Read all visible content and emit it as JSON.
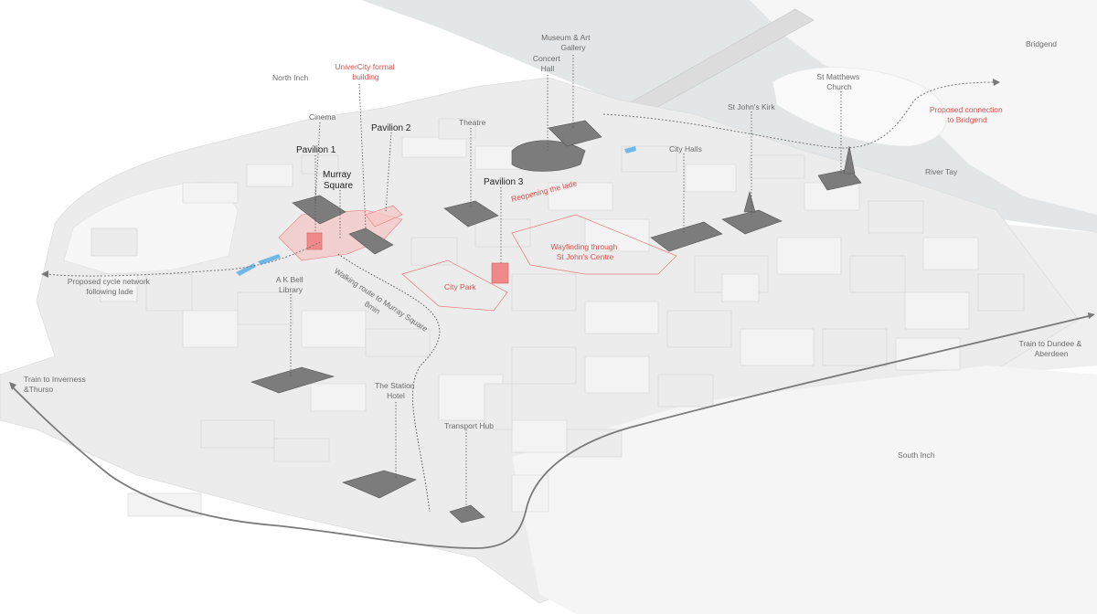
{
  "labels": {
    "museum": "Museum & Art\nGallery",
    "concert": "Concert\nHall",
    "univercity": "UniverCity formal\nbuilding",
    "north_inch": "North Inch",
    "cinema": "Cinema",
    "pavilion2": "Pavilion 2",
    "pavilion1": "Pavilion 1",
    "murray_square": "Murray\nSquare",
    "theatre": "Theatre",
    "pavilion3": "Pavilion 3",
    "reopening": "Reopening the lade",
    "wayfinding": "Wayfinding through\nSt John's Centre",
    "city_park": "City Park",
    "city_halls": "City Halls",
    "st_johns_kirk": "St John's Kirk",
    "st_matthews": "St Matthews\nChurch",
    "proposed_connection": "Proposed connection\nto  Bridgend",
    "bridgend": "Bridgend",
    "river_tay": "River Tay",
    "cycle_network": "Proposed cycle network\nfollowing lade",
    "ak_bell": "A K Bell\nLibrary",
    "walking_route": "Walking route to  Murray Square",
    "walking_time": "8min",
    "station_hotel": "The Station\nHotel",
    "transport_hub": "Transport Hub",
    "train_inverness": "Train to Inverness\n&Thurso",
    "train_dundee": "Train to Dundee &\nAberdeen",
    "south_inch": "South Inch"
  },
  "colors": {
    "river": "#e3e6e6",
    "ground": "#eeeeee",
    "highlight": "#f29a9a",
    "highlight_zone": "#f7c4c4",
    "landmark": "#7c7c7c",
    "water_feature": "#6fb8e8",
    "rail": "#7a7a7a",
    "route_dotted": "#555555"
  }
}
